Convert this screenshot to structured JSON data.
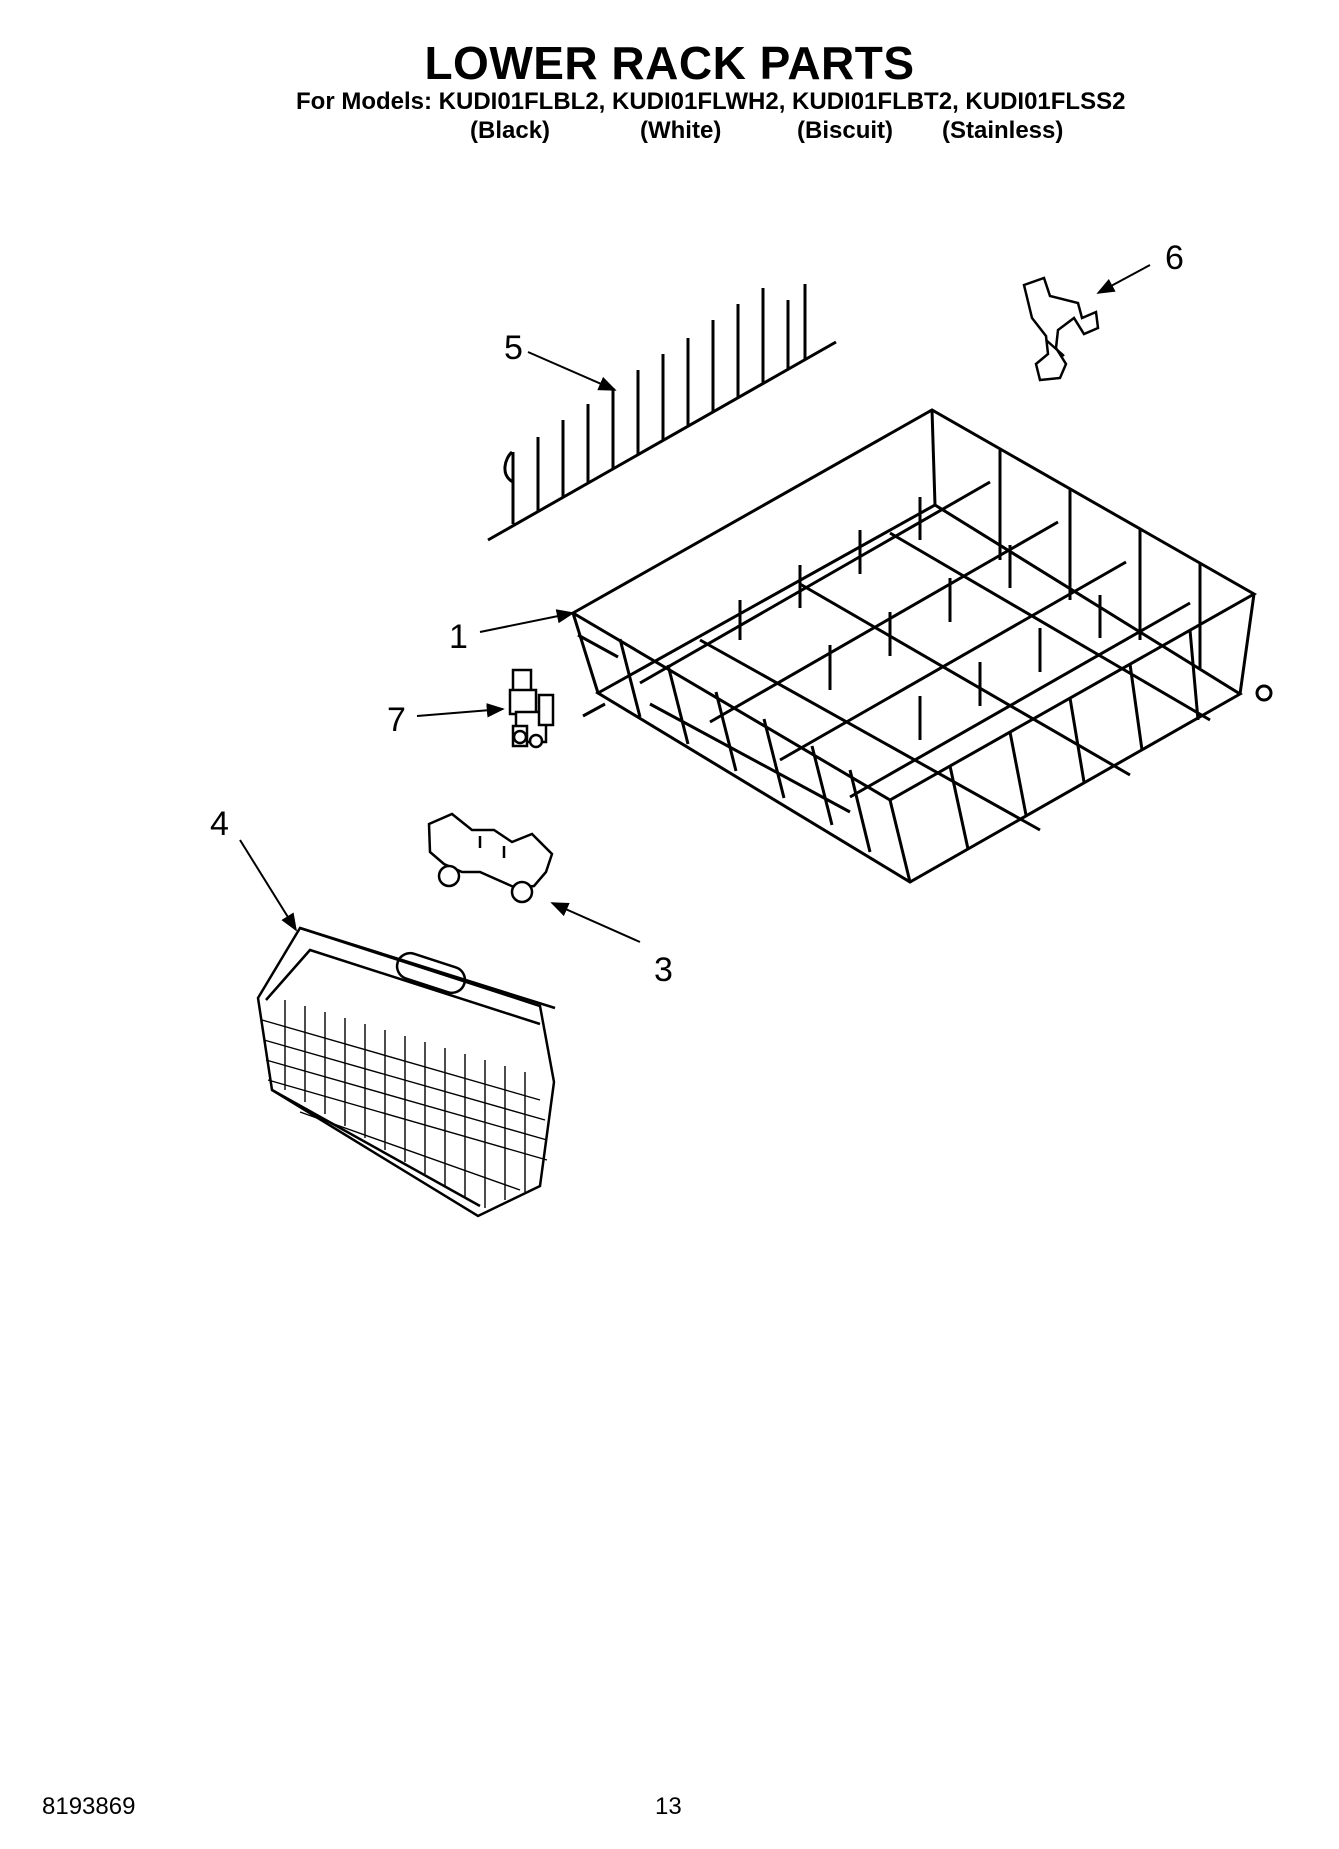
{
  "header": {
    "title": "LOWER RACK PARTS",
    "models_line": "For Models: KUDI01FLBL2, KUDI01FLWH2, KUDI01FLBT2, KUDI01FLSS2",
    "variants": [
      "(Black)",
      "(White)",
      "(Biscuit)",
      "(Stainless)"
    ]
  },
  "callouts": [
    "1",
    "3",
    "4",
    "5",
    "6",
    "7"
  ],
  "footer": {
    "doc_number": "8193869",
    "page_number": "13"
  }
}
